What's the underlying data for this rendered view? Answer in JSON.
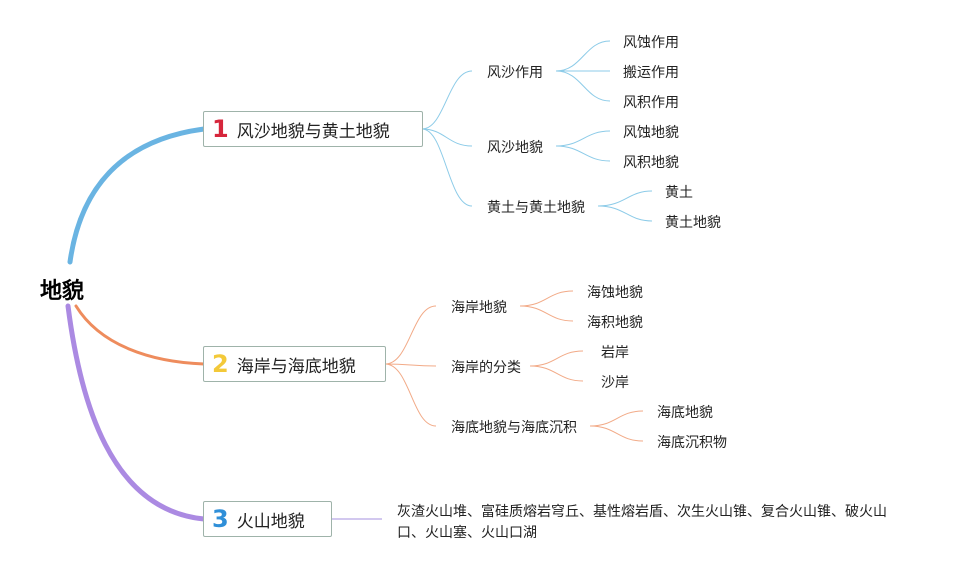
{
  "root": {
    "label": "地貌"
  },
  "colors": {
    "branch1": "#6ab4e2",
    "branch2": "#ee8c5d",
    "branch3": "#ab8ae2",
    "num1": "#d6263c",
    "num2": "#f3c939",
    "num3": "#2f8fd8"
  },
  "branches": [
    {
      "num": "1",
      "label": "风沙地貌与黄土地貌",
      "children": [
        {
          "label": "风沙作用",
          "children": [
            "风蚀作用",
            "搬运作用",
            "风积作用"
          ]
        },
        {
          "label": "风沙地貌",
          "children": [
            "风蚀地貌",
            "风积地貌"
          ]
        },
        {
          "label": "黄土与黄土地貌",
          "children": [
            "黄土",
            "黄土地貌"
          ]
        }
      ]
    },
    {
      "num": "2",
      "label": "海岸与海底地貌",
      "children": [
        {
          "label": "海岸地貌",
          "children": [
            "海蚀地貌",
            "海积地貌"
          ]
        },
        {
          "label": "海岸的分类",
          "children": [
            "岩岸",
            "沙岸"
          ]
        },
        {
          "label": "海底地貌与海底沉积",
          "children": [
            "海底地貌",
            "海底沉积物"
          ]
        }
      ]
    },
    {
      "num": "3",
      "label": "火山地貌",
      "description": "灰渣火山堆、富硅质熔岩穹丘、基性熔岩盾、次生火山锥、复合火山锥、破火山口、火山塞、火山口湖"
    }
  ]
}
